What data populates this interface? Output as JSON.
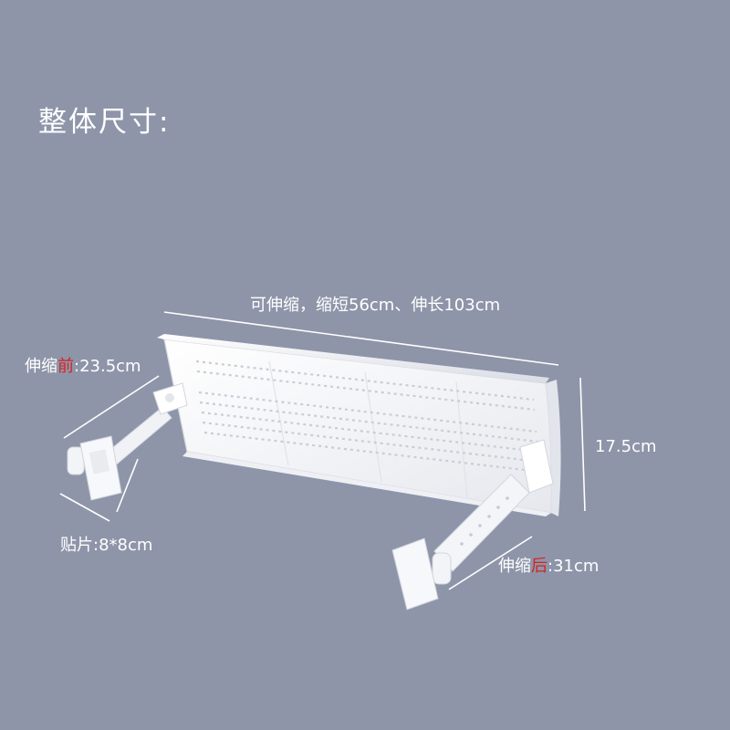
{
  "title": "整体尺寸:",
  "dimensions": {
    "length": "可伸缩，缩短56cm、伸长103cm",
    "height": "17.5cm",
    "front": {
      "prefix": "伸缩",
      "emphasis": "前",
      "suffix": ":23.5cm"
    },
    "back": {
      "prefix": "伸缩",
      "emphasis": "后",
      "suffix": ":31cm"
    },
    "pad": "贴片:8*8cm"
  },
  "colors": {
    "background": "#8e95a9",
    "text": "#ffffff",
    "emphasis": "#d42323",
    "product": "#f4f5f8"
  }
}
